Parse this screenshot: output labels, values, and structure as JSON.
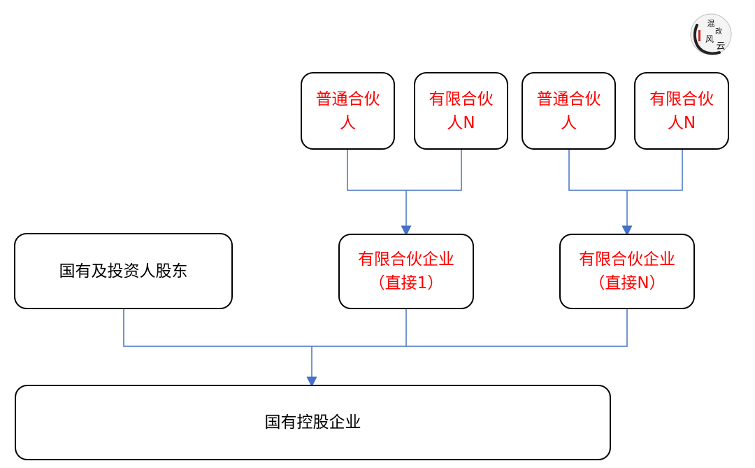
{
  "logo": {
    "text": "混改风云"
  },
  "partners": [
    {
      "label": "普通合伙\n人"
    },
    {
      "label": "有限合伙\n人N"
    },
    {
      "label": "普通合伙\n人"
    },
    {
      "label": "有限合伙\n人N"
    }
  ],
  "middle": {
    "shareholder": "国有及投资人股东",
    "lp_enterprise_1": "有限合伙企业\n（直接1）",
    "lp_enterprise_n": "有限合伙企业\n（直接N）"
  },
  "bottom": {
    "holding_company": "国有控股企业"
  },
  "colors": {
    "connector": "#4472c4",
    "partner_text": "#ff0000",
    "default_text": "#000000",
    "border": "#000000"
  }
}
